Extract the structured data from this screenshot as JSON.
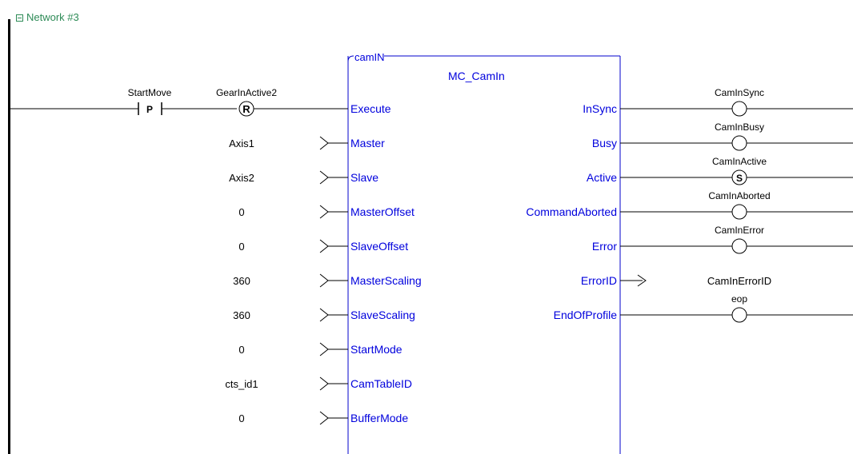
{
  "colors": {
    "network_label": "#2e8b57",
    "block_border": "#0000cc",
    "pin_text": "#0000dd",
    "wire": "#000000",
    "background": "#ffffff"
  },
  "network": {
    "title": "Network #3",
    "collapse_icon": "minus-box-icon"
  },
  "block": {
    "instance_name": "camIN",
    "type_name": "MC_CamIn",
    "inputs": [
      {
        "pin": "Execute",
        "source": "contact-chain"
      },
      {
        "pin": "Master",
        "variable": "Axis1"
      },
      {
        "pin": "Slave",
        "variable": "Axis2"
      },
      {
        "pin": "MasterOffset",
        "variable": "0"
      },
      {
        "pin": "SlaveOffset",
        "variable": "0"
      },
      {
        "pin": "MasterScaling",
        "variable": "360"
      },
      {
        "pin": "SlaveScaling",
        "variable": "360"
      },
      {
        "pin": "StartMode",
        "variable": "0"
      },
      {
        "pin": "CamTableID",
        "variable": "cts_id1"
      },
      {
        "pin": "BufferMode",
        "variable": "0"
      }
    ],
    "outputs": [
      {
        "pin": "InSync",
        "coil_type": "normal",
        "variable": "CamInSync"
      },
      {
        "pin": "Busy",
        "coil_type": "normal",
        "variable": "CamInBusy"
      },
      {
        "pin": "Active",
        "coil_type": "set",
        "coil_symbol": "S",
        "variable": "CamInActive"
      },
      {
        "pin": "CommandAborted",
        "coil_type": "normal",
        "variable": "CamInAborted"
      },
      {
        "pin": "Error",
        "coil_type": "normal",
        "variable": "CamInError"
      },
      {
        "pin": "ErrorID",
        "coil_type": "variable",
        "variable": "CamInErrorID"
      },
      {
        "pin": "EndOfProfile",
        "coil_type": "normal",
        "variable": "eop"
      }
    ]
  },
  "contacts": [
    {
      "name": "StartMove",
      "symbol": "P",
      "type": "positive-transition"
    },
    {
      "name": "GearInActive2",
      "symbol": "R",
      "type": "reset-coil"
    }
  ]
}
